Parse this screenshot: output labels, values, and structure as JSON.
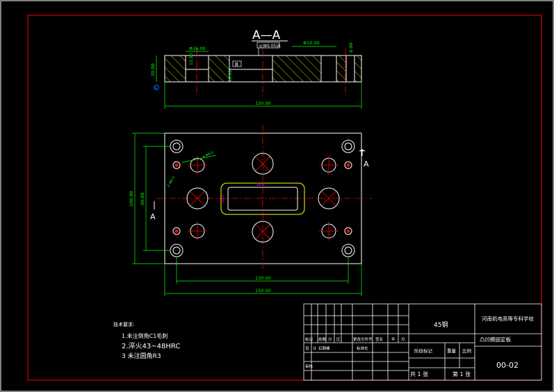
{
  "colors": {
    "background": "#000000",
    "outline": "#ffffff",
    "frame": "#ff0000",
    "centerline": "#ff0000",
    "dimension": "#00ff00",
    "hatch": "#ffff00",
    "callout": "#ff00ff",
    "datum": "#0066ff"
  },
  "section_view": {
    "title": "A—A",
    "gdt_frame": "◎|Φ0.05|A",
    "dims": {
      "left_bore": "Φ16.00",
      "left_depth": "15.00",
      "callout_b": "B",
      "height": "20.00",
      "slot_depth": "10.00",
      "right_bore": "Φ10.00",
      "right_depth": "8.00",
      "total_width": "150.00",
      "datum_a": "A"
    }
  },
  "plan_view": {
    "section_marker_top": "A",
    "section_marker_left": "A",
    "dims": {
      "width_outer": "150.00",
      "width_inner": "130.00",
      "height_outer": "100.00",
      "height_inner": "90.00",
      "slot_width": "10.0",
      "slot_length": "50.0",
      "hole_callout": "4-Φ8.0",
      "hole_callout2": "2-Φ6.0"
    }
  },
  "notes": {
    "heading": "技术要求:",
    "items": [
      "1.未注倒角C1毛刺",
      "2.淬火43~48HRC",
      "3 未注圆角R3"
    ]
  },
  "title_block": {
    "material": "45钢",
    "school": "河南机电高等专科学校",
    "part_name": "凸凹模固定板",
    "drawing_no": "00-02",
    "headers_row1": [
      "标记",
      "处数",
      "分",
      "区",
      "更改文件号",
      "签名",
      "年",
      "月"
    ],
    "headers_row2": [
      "设",
      "计",
      "石朝峰",
      "",
      "标准化",
      ""
    ],
    "row_review": "审核",
    "stage_mark": "阶段标记",
    "weight": "重量",
    "scale": "比例",
    "total_sheets": "共 1 张",
    "sheet_no": "第 1 张"
  }
}
